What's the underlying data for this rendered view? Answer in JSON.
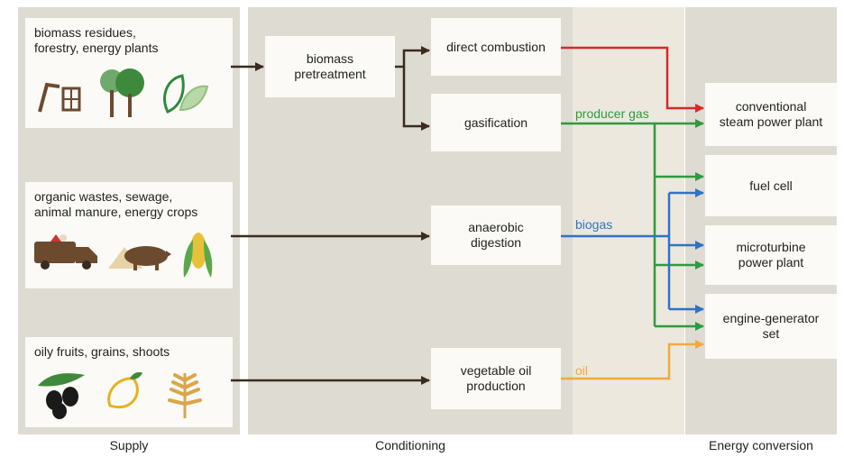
{
  "columns": {
    "supply": "Supply",
    "conditioning": "Conditioning",
    "energy": "Energy conversion"
  },
  "sources": [
    {
      "label": "biomass residues,\nforestry, energy plants"
    },
    {
      "label": "organic wastes, sewage,\nanimal manure, energy crops"
    },
    {
      "label": "oily fruits, grains, shoots"
    }
  ],
  "processes": {
    "pretreatment": "biomass\npretreatment",
    "combustion": "direct combustion",
    "gasification": "gasification",
    "anaerobic": "anaerobic\ndigestion",
    "vegoil": "vegetable oil\nproduction"
  },
  "outputs": {
    "steam": "conventional\nsteam power plant",
    "fuelcell": "fuel cell",
    "microturbine": "microturbine\npower plant",
    "engine": "engine-generator\nset"
  },
  "flows": {
    "producer_gas": "producer gas",
    "biogas": "biogas",
    "oil": "oil"
  },
  "colors": {
    "red": "#d42a2a",
    "green": "#2e9a3e",
    "blue": "#2f73c4",
    "orange": "#f2a93b",
    "brown": "#3b2a1f"
  }
}
